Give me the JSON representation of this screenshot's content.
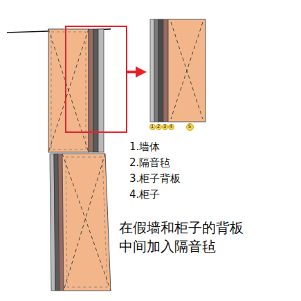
{
  "diagram": {
    "caption": "在假墙和柜子的背板 中间加入隔音毡",
    "nodes": [
      {
        "text": [
          "1"
        ]
      },
      {
        "text": [
          "2"
        ]
      },
      {
        "text": [
          "3"
        ]
      },
      {
        "text": [
          "4"
        ]
      },
      {
        "text": [
          "5"
        ]
      }
    ],
    "labels": [
      "1.墙体",
      "2.隔音毡",
      "3.柜子背板",
      "4.柜子"
    ]
  }
}
